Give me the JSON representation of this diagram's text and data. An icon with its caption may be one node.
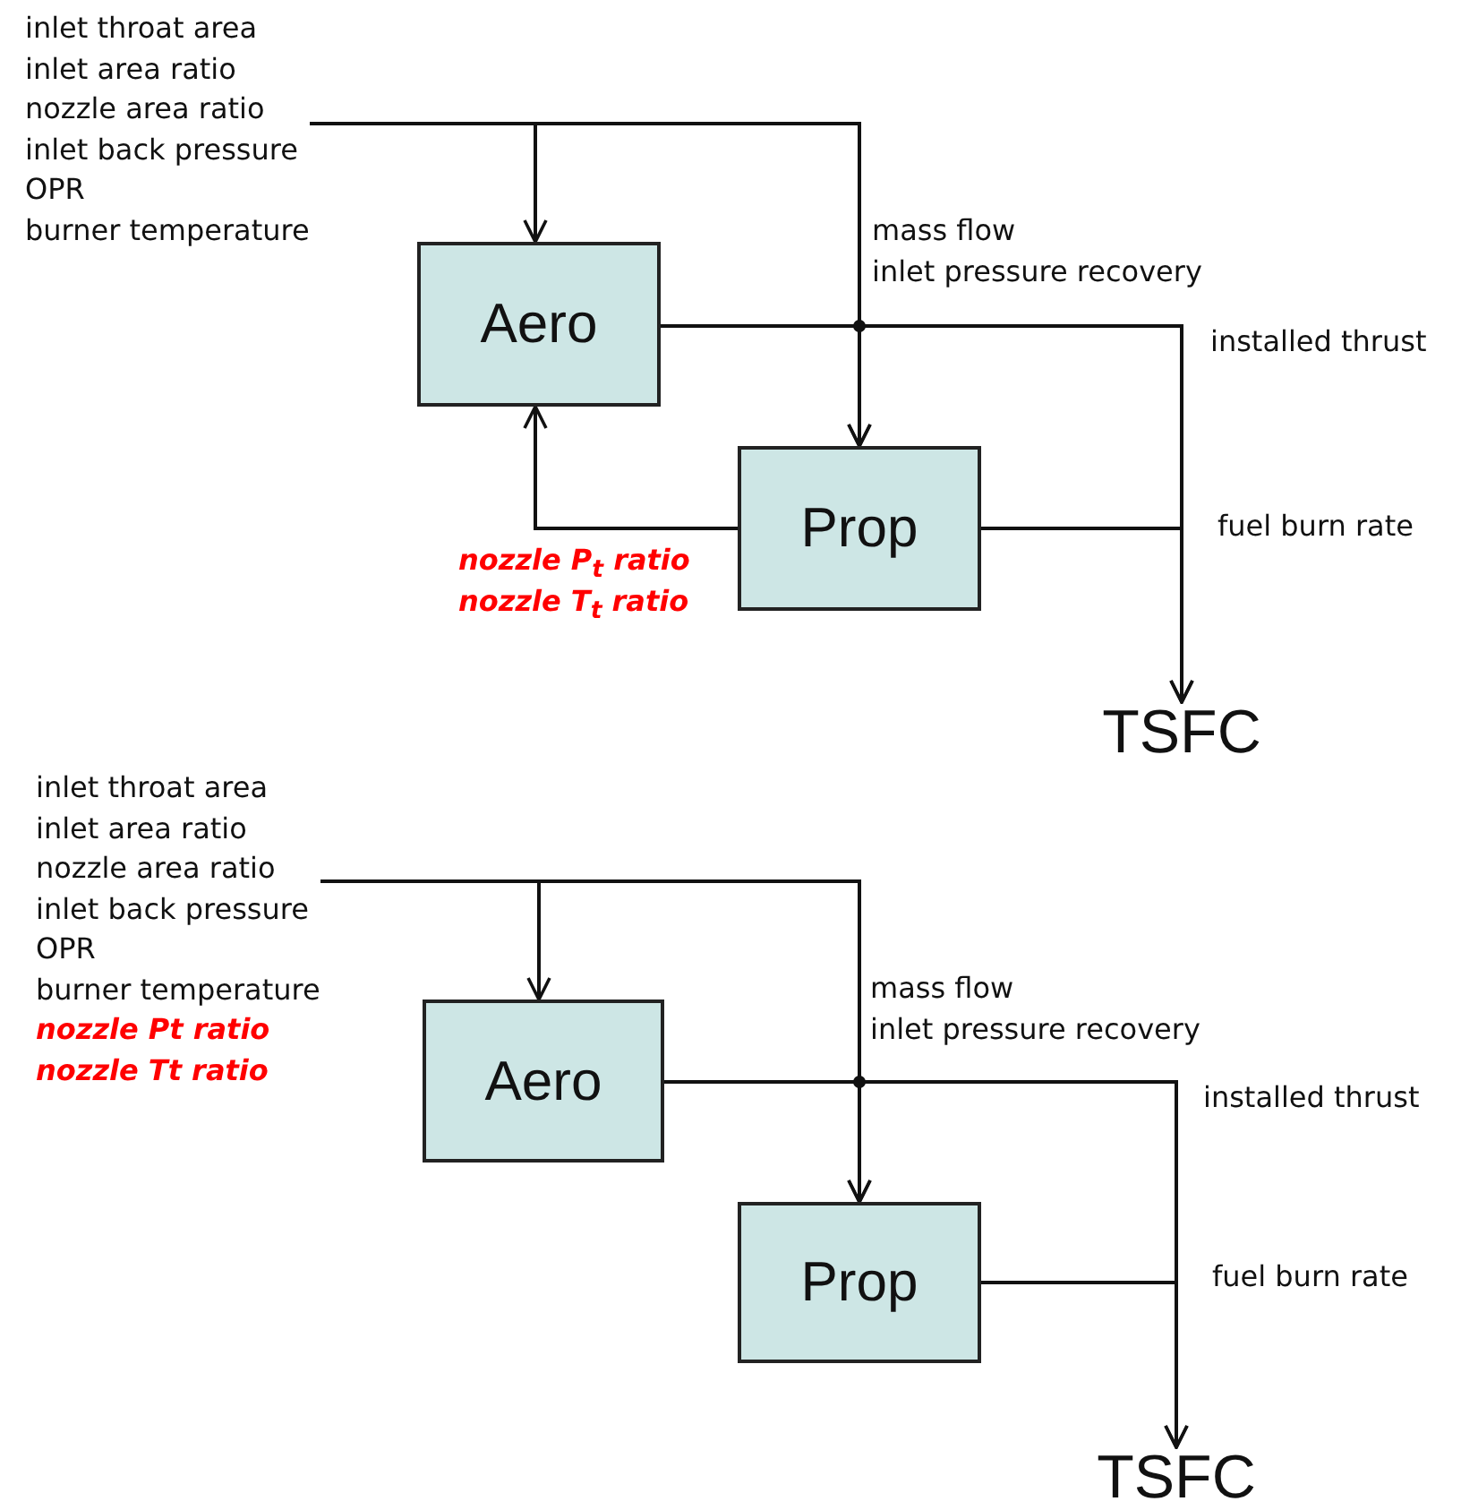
{
  "diagram": {
    "nodes": [
      {
        "text": [
          "inlet throat area",
          "inlet area ratio",
          "nozzle area ratio",
          "inlet back pressure",
          "OPR",
          "burner temperature"
        ]
      },
      {
        "text": [
          "Aero"
        ]
      },
      {
        "text": [
          "Prop"
        ]
      },
      {
        "text": [
          "TSFC"
        ]
      },
      {
        "text": [
          "inlet throat area",
          "inlet area ratio",
          "nozzle area ratio",
          "inlet back pressure",
          "OPR",
          "burner temperature",
          "nozzle Pt ratio",
          "nozzle Tt ratio"
        ]
      },
      {
        "text": [
          "Aero"
        ]
      },
      {
        "text": [
          "Prop"
        ]
      },
      {
        "text": [
          "TSFC"
        ]
      }
    ],
    "edges": [
      {
        "from": 0,
        "to": 1,
        "arrow": "to"
      },
      {
        "from": 0,
        "to": 2,
        "arrow": "to"
      },
      {
        "from": 1,
        "to": 2,
        "arrow": "to"
      },
      {
        "from": 1,
        "to": 3,
        "arrow": "to",
        "label": "installed thrust"
      },
      {
        "from": 2,
        "to": 3,
        "arrow": "to",
        "label": "fuel burn rate"
      },
      {
        "from": 2,
        "to": 1,
        "arrow": "to"
      },
      {
        "from": 4,
        "to": 5,
        "arrow": "to"
      },
      {
        "from": 4,
        "to": 6,
        "arrow": "to"
      },
      {
        "from": 5,
        "to": 6,
        "arrow": "to"
      },
      {
        "from": 5,
        "to": 7,
        "arrow": "to",
        "label": "installed thrust"
      },
      {
        "from": 6,
        "to": 7,
        "arrow": "to",
        "label": "fuel burn rate"
      }
    ],
    "labels": [
      "mass flow",
      "inlet pressure recovery",
      "nozzle P$_{t}$ ratio",
      "nozzle T$_{t}$ ratio",
      "mass flow",
      "inlet pressure recovery"
    ]
  }
}
